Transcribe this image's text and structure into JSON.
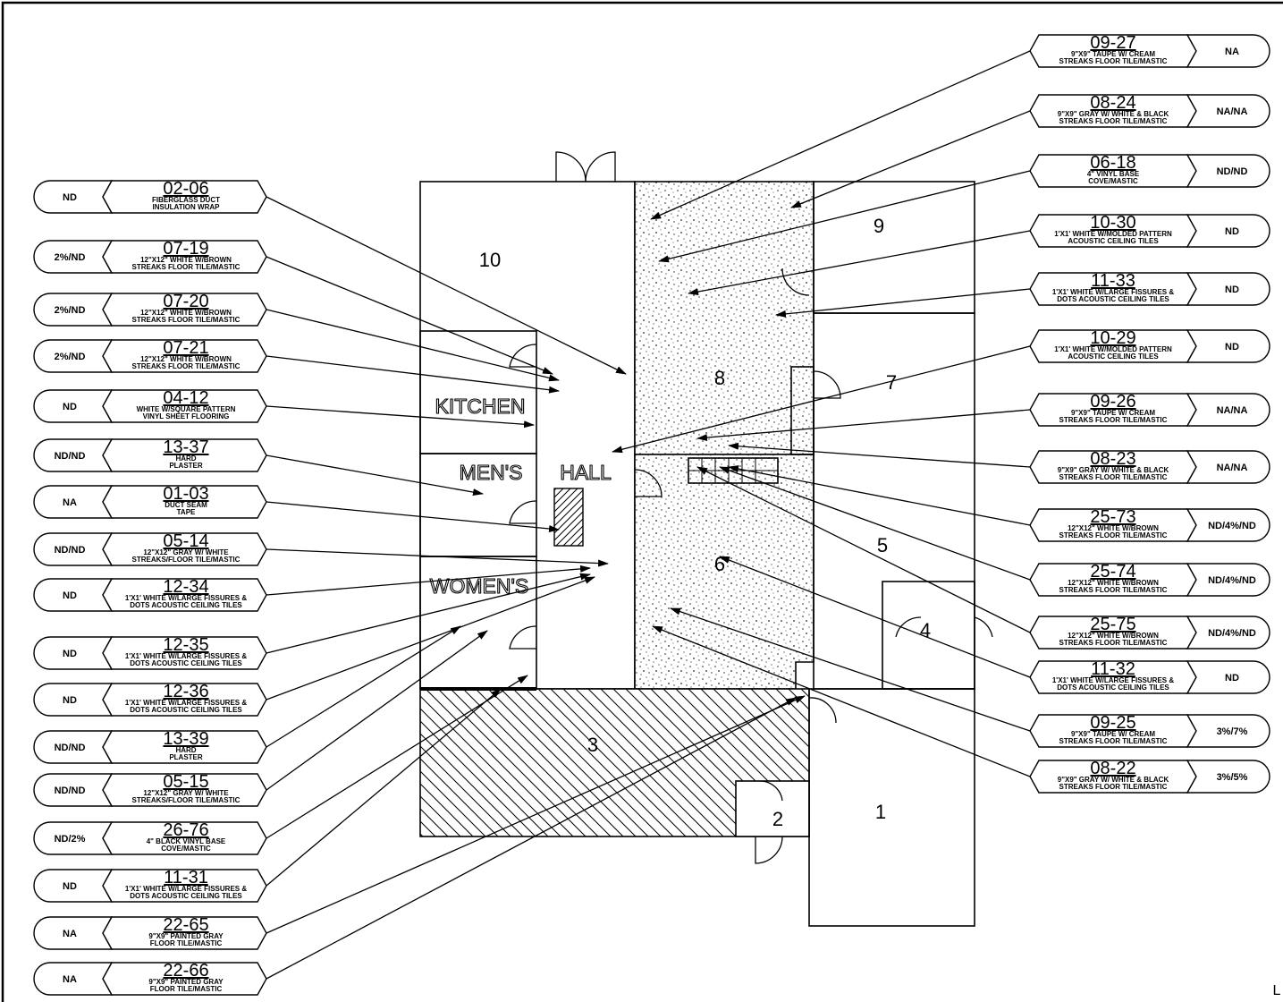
{
  "rooms": [
    {
      "id": "10",
      "label": "10"
    },
    {
      "id": "9",
      "label": "9"
    },
    {
      "id": "8",
      "label": "8"
    },
    {
      "id": "7",
      "label": "7"
    },
    {
      "id": "6",
      "label": "6"
    },
    {
      "id": "5",
      "label": "5"
    },
    {
      "id": "4",
      "label": "4"
    },
    {
      "id": "3",
      "label": "3"
    },
    {
      "id": "2",
      "label": "2"
    },
    {
      "id": "1",
      "label": "1"
    },
    {
      "id": "kitchen",
      "label": "KITCHEN"
    },
    {
      "id": "mens",
      "label": "MEN'S"
    },
    {
      "id": "hall",
      "label": "HALL"
    },
    {
      "id": "womens",
      "label": "WOMEN'S"
    }
  ],
  "corner_label": "L",
  "samples_left": [
    {
      "id": "02-06",
      "desc": [
        "FIBERGLASS DUCT",
        "INSULATION WRAP"
      ],
      "result": "ND"
    },
    {
      "id": "07-19",
      "desc": [
        "12\"X12\" WHITE W/BROWN",
        "STREAKS FLOOR TILE/MASTIC"
      ],
      "result": "2%/ND"
    },
    {
      "id": "07-20",
      "desc": [
        "12\"X12\" WHITE W/BROWN",
        "STREAKS FLOOR TILE/MASTIC"
      ],
      "result": "2%/ND"
    },
    {
      "id": "07-21",
      "desc": [
        "12\"X12\" WHITE W/BROWN",
        "STREAKS FLOOR TILE/MASTIC"
      ],
      "result": "2%/ND"
    },
    {
      "id": "04-12",
      "desc": [
        "WHITE W/SQUARE PATTERN",
        "VINYL SHEET FLOORING"
      ],
      "result": "ND"
    },
    {
      "id": "13-37",
      "desc": [
        "HARD",
        "PLASTER"
      ],
      "result": "ND/ND"
    },
    {
      "id": "01-03",
      "desc": [
        "DUCT SEAM",
        "TAPE"
      ],
      "result": "NA"
    },
    {
      "id": "05-14",
      "desc": [
        "12\"X12\" GRAY W/ WHITE",
        "STREAKS/FLOOR TILE/MASTIC"
      ],
      "result": "ND/ND"
    },
    {
      "id": "12-34",
      "desc": [
        "1'X1' WHITE W/LARGE FISSURES &",
        "DOTS ACOUSTIC CEILING TILES"
      ],
      "result": "ND"
    },
    {
      "id": "12-35",
      "desc": [
        "1'X1' WHITE W/LARGE FISSURES &",
        "DOTS ACOUSTIC CEILING TILES"
      ],
      "result": "ND"
    },
    {
      "id": "12-36",
      "desc": [
        "1'X1' WHITE W/LARGE FISSURES &",
        "DOTS ACOUSTIC CEILING TILES"
      ],
      "result": "ND"
    },
    {
      "id": "13-39",
      "desc": [
        "HARD",
        "PLASTER"
      ],
      "result": "ND/ND"
    },
    {
      "id": "05-15",
      "desc": [
        "12\"X12\" GRAY W/ WHITE",
        "STREAKS/FLOOR TILE/MASTIC"
      ],
      "result": "ND/ND"
    },
    {
      "id": "26-76",
      "desc": [
        "4\" BLACK VINYL BASE",
        "COVE/MASTIC"
      ],
      "result": "ND/2%"
    },
    {
      "id": "11-31",
      "desc": [
        "1'X1' WHITE W/LARGE FISSURES &",
        "DOTS ACOUSTIC CEILING TILES"
      ],
      "result": "ND"
    },
    {
      "id": "22-65",
      "desc": [
        "9\"X9\" PAINTED GRAY",
        "FLOOR TILE/MASTIC"
      ],
      "result": "NA"
    },
    {
      "id": "22-66",
      "desc": [
        "9\"X9\" PAINTED GRAY",
        "FLOOR TILE/MASTIC"
      ],
      "result": "NA"
    }
  ],
  "samples_right": [
    {
      "id": "09-27",
      "desc": [
        "9\"X9\" TAUPE W/ CREAM",
        "STREAKS FLOOR TILE/MASTIC"
      ],
      "result": "NA"
    },
    {
      "id": "08-24",
      "desc": [
        "9\"X9\" GRAY W/ WHITE & BLACK",
        "STREAKS FLOOR TILE/MASTIC"
      ],
      "result": "NA/NA"
    },
    {
      "id": "06-18",
      "desc": [
        "4\" VINYL BASE",
        "COVE/MASTIC"
      ],
      "result": "ND/ND"
    },
    {
      "id": "10-30",
      "desc": [
        "1'X1' WHITE W/MOLDED PATTERN",
        "ACOUSTIC CEILING TILES"
      ],
      "result": "ND"
    },
    {
      "id": "11-33",
      "desc": [
        "1'X1' WHITE W/LARGE FISSURES &",
        "DOTS ACOUSTIC CEILING TILES"
      ],
      "result": "ND"
    },
    {
      "id": "10-29",
      "desc": [
        "1'X1' WHITE W/MOLDED PATTERN",
        "ACOUSTIC CEILING TILES"
      ],
      "result": "ND"
    },
    {
      "id": "09-26",
      "desc": [
        "9\"X9\" TAUPE W/ CREAM",
        "STREAKS FLOOR TILE/MASTIC"
      ],
      "result": "NA/NA"
    },
    {
      "id": "08-23",
      "desc": [
        "9\"X9\" GRAY W/ WHITE & BLACK",
        "STREAKS FLOOR TILE/MASTIC"
      ],
      "result": "NA/NA"
    },
    {
      "id": "25-73",
      "desc": [
        "12\"X12\" WHITE W/BROWN",
        "STREAKS FLOOR TILE/MASTIC"
      ],
      "result": "ND/4%/ND"
    },
    {
      "id": "25-74",
      "desc": [
        "12\"X12\" WHITE W/BROWN",
        "STREAKS FLOOR TILE/MASTIC"
      ],
      "result": "ND/4%/ND"
    },
    {
      "id": "25-75",
      "desc": [
        "12\"X12\" WHITE W/BROWN",
        "STREAKS FLOOR TILE/MASTIC"
      ],
      "result": "ND/4%/ND"
    },
    {
      "id": "11-32",
      "desc": [
        "1'X1' WHITE W/LARGE FISSURES &",
        "DOTS ACOUSTIC CEILING TILES"
      ],
      "result": "ND"
    },
    {
      "id": "09-25",
      "desc": [
        "9\"X9\" TAUPE W/ CREAM",
        "STREAKS FLOOR TILE/MASTIC"
      ],
      "result": "3%/7%"
    },
    {
      "id": "08-22",
      "desc": [
        "9\"X9\" GRAY W/ WHITE & BLACK",
        "STREAKS FLOOR TILE/MASTIC"
      ],
      "result": "3%/5%"
    }
  ]
}
